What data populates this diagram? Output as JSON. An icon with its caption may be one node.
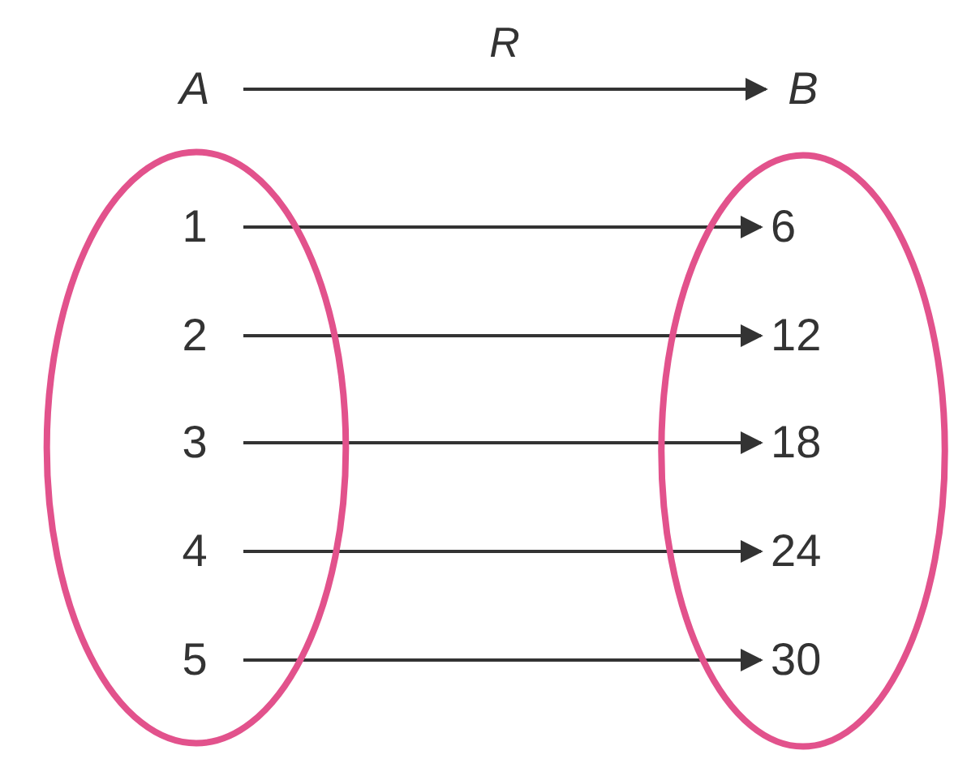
{
  "diagram": {
    "nodes": [
      {
        "text": [
          "A"
        ]
      },
      {
        "text": [
          "B"
        ]
      },
      {
        "text": [],
        "shape": "ellipse"
      },
      {
        "text": [],
        "shape": "ellipse"
      },
      {
        "text": [
          "1"
        ],
        "in": 2
      },
      {
        "text": [
          "2"
        ],
        "in": 2
      },
      {
        "text": [
          "3"
        ],
        "in": 2
      },
      {
        "text": [
          "4"
        ],
        "in": 2
      },
      {
        "text": [
          "5"
        ],
        "in": 2
      },
      {
        "text": [
          "6"
        ],
        "in": 3
      },
      {
        "text": [
          "12"
        ],
        "in": 3
      },
      {
        "text": [
          "18"
        ],
        "in": 3
      },
      {
        "text": [
          "24"
        ],
        "in": 3
      },
      {
        "text": [
          "30"
        ],
        "in": 3
      }
    ],
    "edges": [
      {
        "from": 0,
        "to": 1,
        "arrow": "to",
        "label": "R"
      },
      {
        "from": 4,
        "to": 9,
        "arrow": "to"
      },
      {
        "from": 5,
        "to": 10,
        "arrow": "to"
      },
      {
        "from": 6,
        "to": 11,
        "arrow": "to"
      },
      {
        "from": 7,
        "to": 12,
        "arrow": "to"
      },
      {
        "from": 8,
        "to": 13,
        "arrow": "to"
      }
    ]
  }
}
